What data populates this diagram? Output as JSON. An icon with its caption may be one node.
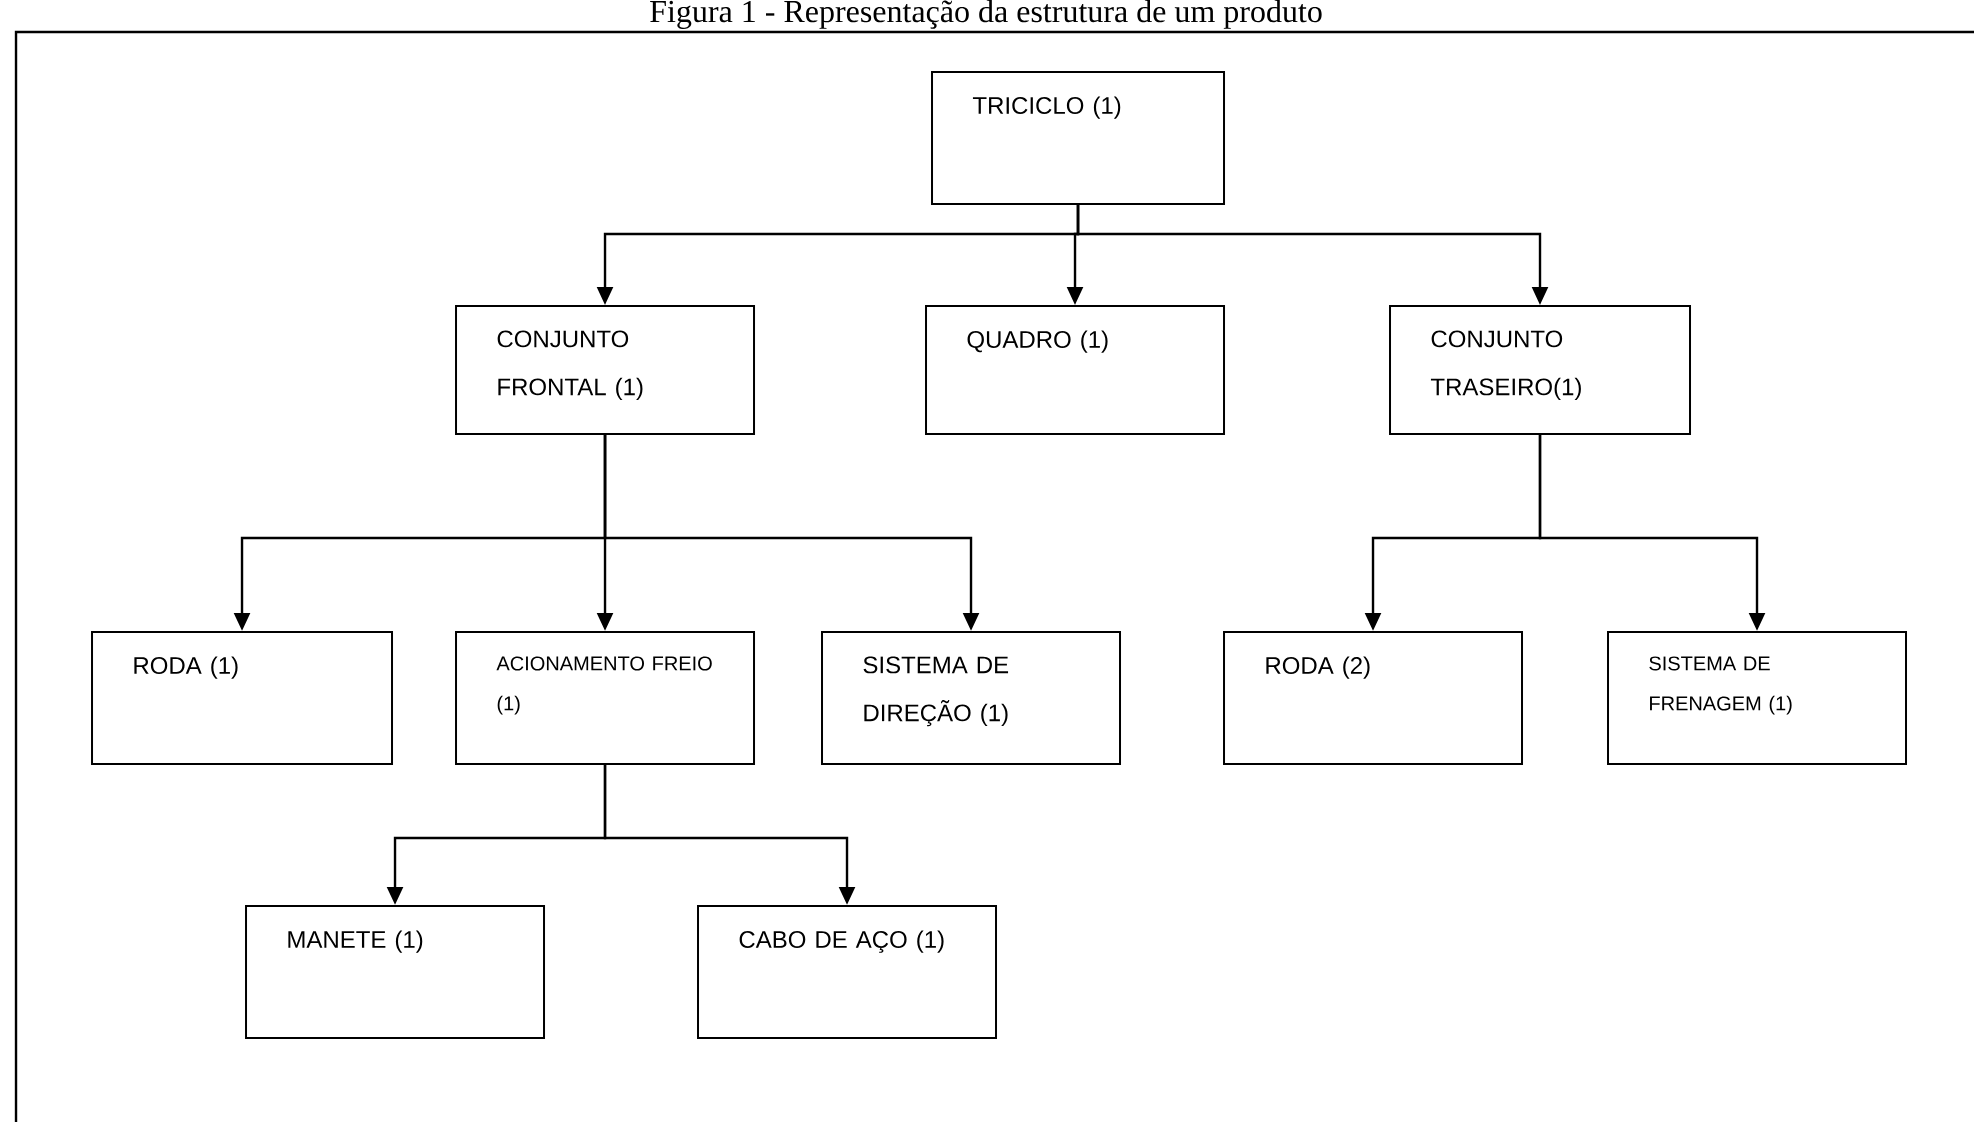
{
  "diagram": {
    "title": "Figura 1 - Representação da estrutura de um produto",
    "nodes": [
      {
        "text": [
          "TRICICLO (1)"
        ]
      },
      {
        "text": [
          "CONJUNTO FRONTAL (1)"
        ]
      },
      {
        "text": [
          "QUADRO (1)"
        ]
      },
      {
        "text": [
          "CONJUNTO TRASEIRO(1)"
        ]
      },
      {
        "text": [
          "RODA (1)"
        ]
      },
      {
        "text": [
          "ACIONAMENTO FREIO (1)"
        ]
      },
      {
        "text": [
          "SISTEMA DE DIREÇÃO (1)"
        ]
      },
      {
        "text": [
          "RODA (2)"
        ]
      },
      {
        "text": [
          "SISTEMA DE FRENAGEM (1)"
        ]
      },
      {
        "text": [
          "MANETE (1)"
        ]
      },
      {
        "text": [
          "CABO DE AÇO (1)"
        ]
      }
    ],
    "edges": [
      {
        "from": 0,
        "to": 1,
        "arrow": "to"
      },
      {
        "from": 0,
        "to": 2,
        "arrow": "to"
      },
      {
        "from": 0,
        "to": 3,
        "arrow": "to"
      },
      {
        "from": 1,
        "to": 4,
        "arrow": "to"
      },
      {
        "from": 1,
        "to": 5,
        "arrow": "to"
      },
      {
        "from": 1,
        "to": 6,
        "arrow": "to"
      },
      {
        "from": 3,
        "to": 7,
        "arrow": "to"
      },
      {
        "from": 3,
        "to": 8,
        "arrow": "to"
      },
      {
        "from": 5,
        "to": 9,
        "arrow": "to"
      },
      {
        "from": 5,
        "to": 10,
        "arrow": "to"
      }
    ]
  }
}
